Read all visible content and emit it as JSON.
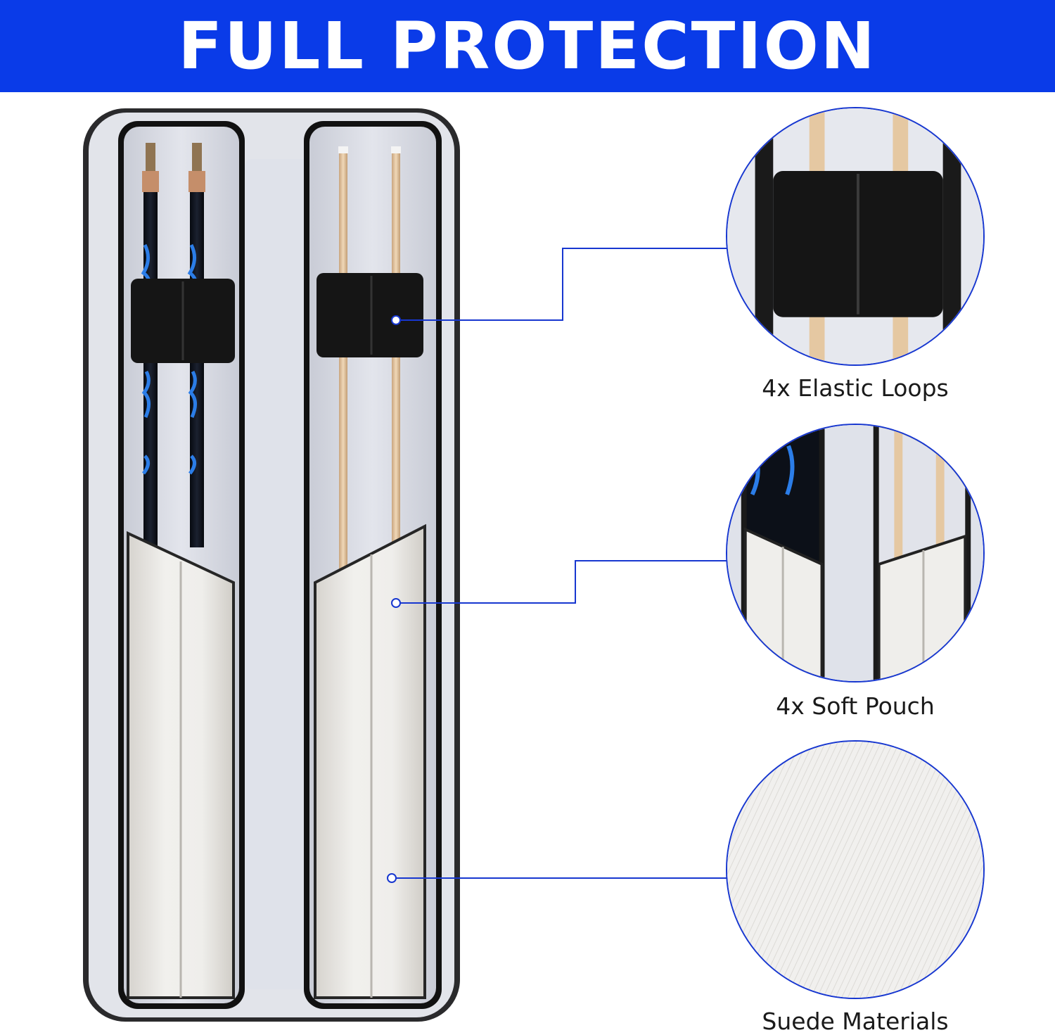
{
  "banner": {
    "title": "FULL PROTECTION"
  },
  "features": [
    {
      "label": "4x Elastic Loops"
    },
    {
      "label": "4x Soft Pouch"
    },
    {
      "label": "Suede Materials"
    }
  ],
  "colors": {
    "banner_bg": "#0a3be8",
    "accent_line": "#1737d0",
    "case_lining": "#d9dde6",
    "pouch": "#ecebe8",
    "strap": "#151515"
  }
}
